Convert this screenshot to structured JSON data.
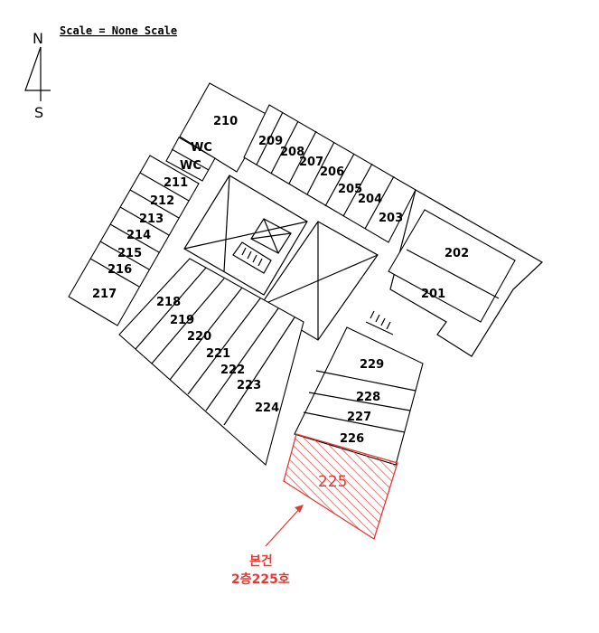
{
  "header": {
    "north": "N",
    "south": "S",
    "scale": "Scale = None Scale"
  },
  "plan": {
    "units": [
      {
        "id": "210",
        "label": "210"
      },
      {
        "id": "209",
        "label": "209"
      },
      {
        "id": "208",
        "label": "208"
      },
      {
        "id": "207",
        "label": "207"
      },
      {
        "id": "206",
        "label": "206"
      },
      {
        "id": "205",
        "label": "205"
      },
      {
        "id": "204",
        "label": "204"
      },
      {
        "id": "203",
        "label": "203"
      },
      {
        "id": "202",
        "label": "202"
      },
      {
        "id": "201",
        "label": "201"
      },
      {
        "id": "wc1",
        "label": "WC"
      },
      {
        "id": "wc2",
        "label": "WC"
      },
      {
        "id": "211",
        "label": "211"
      },
      {
        "id": "212",
        "label": "212"
      },
      {
        "id": "213",
        "label": "213"
      },
      {
        "id": "214",
        "label": "214"
      },
      {
        "id": "215",
        "label": "215"
      },
      {
        "id": "216",
        "label": "216"
      },
      {
        "id": "217",
        "label": "217"
      },
      {
        "id": "218",
        "label": "218"
      },
      {
        "id": "219",
        "label": "219"
      },
      {
        "id": "220",
        "label": "220"
      },
      {
        "id": "221",
        "label": "221"
      },
      {
        "id": "222",
        "label": "222"
      },
      {
        "id": "223",
        "label": "223"
      },
      {
        "id": "224",
        "label": "224"
      },
      {
        "id": "229",
        "label": "229"
      },
      {
        "id": "228",
        "label": "228"
      },
      {
        "id": "227",
        "label": "227"
      },
      {
        "id": "226",
        "label": "226"
      },
      {
        "id": "225",
        "label": "225"
      }
    ],
    "highlight": {
      "unit": "225",
      "note_line1": "본건",
      "note_line2": "2층225호",
      "color": "#e53935"
    }
  }
}
